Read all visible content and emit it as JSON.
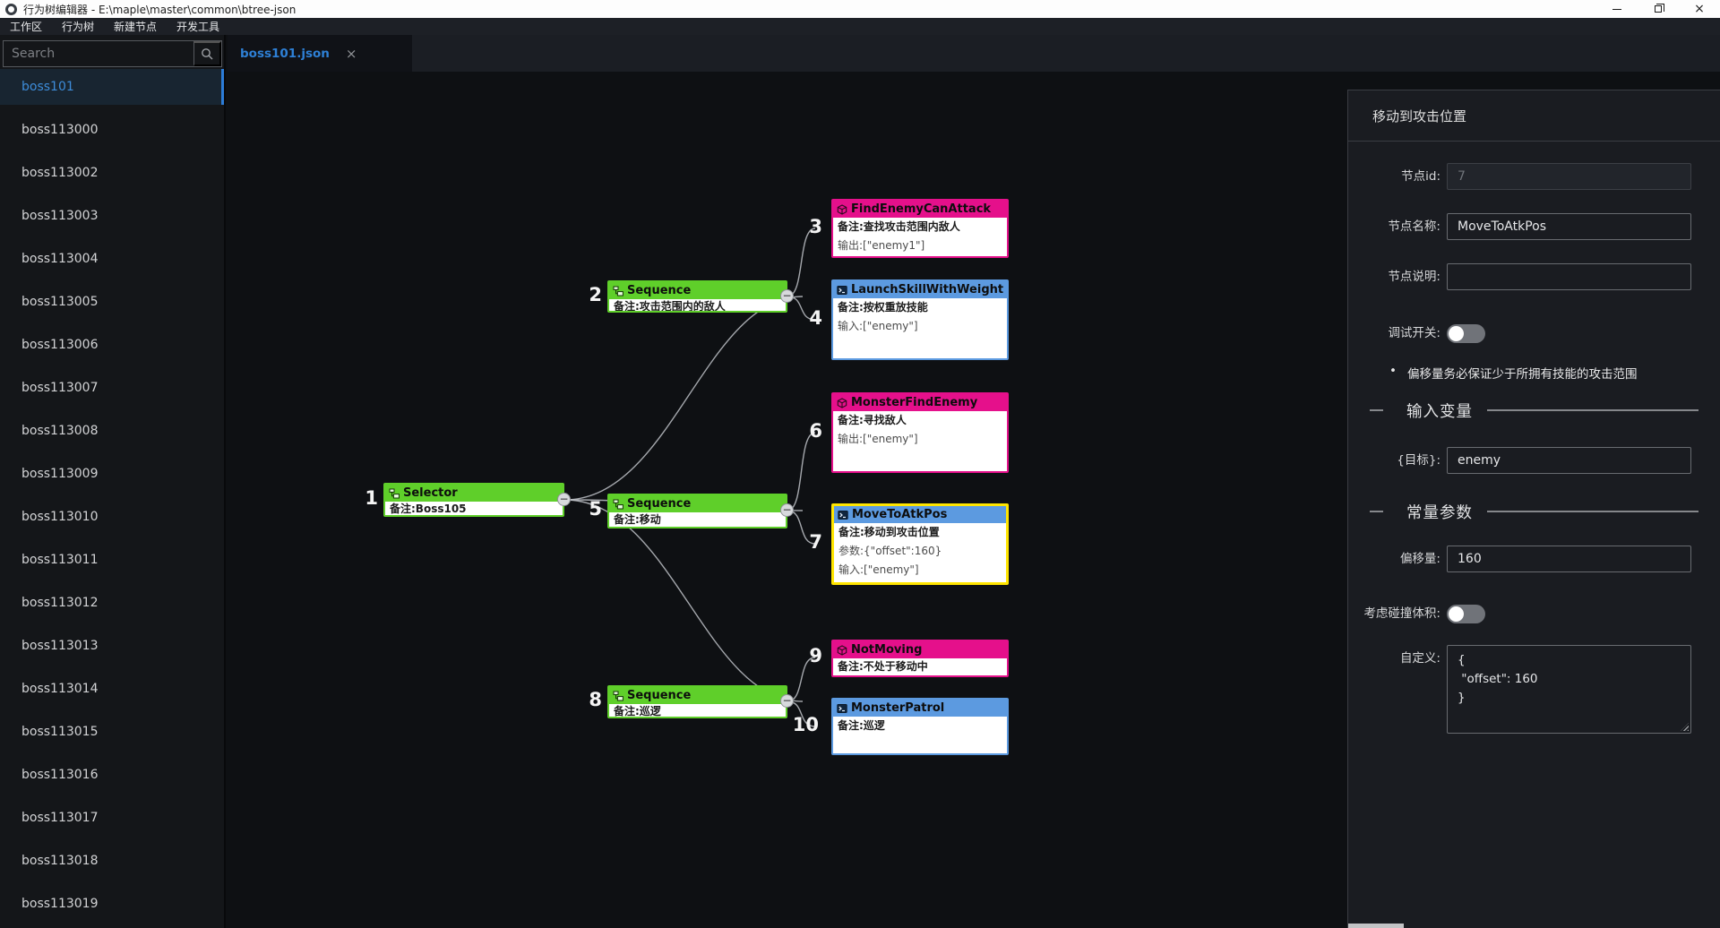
{
  "window": {
    "title": "行为树编辑器 - E:\\maple\\master\\common\\btree-json"
  },
  "icons": {
    "app": "gear",
    "search": "magnifier",
    "collapse": "−",
    "tab_close": "×",
    "bullet": "•"
  },
  "menu": {
    "items": [
      "工作区",
      "行为树",
      "新建节点",
      "开发工具"
    ]
  },
  "sidebar": {
    "search_placeholder": "Search",
    "selected_index": 0,
    "items": [
      "boss101",
      "boss113000",
      "boss113002",
      "boss113003",
      "boss113004",
      "boss113005",
      "boss113006",
      "boss113007",
      "boss113008",
      "boss113009",
      "boss113010",
      "boss113011",
      "boss113012",
      "boss113013",
      "boss113014",
      "boss113015",
      "boss113016",
      "boss113017",
      "boss113018",
      "boss113019"
    ]
  },
  "tabs": {
    "active": "boss101.json"
  },
  "tree": {
    "nodes": [
      {
        "id": "1",
        "title": "Selector",
        "kind": "composite",
        "note": "备注:Boss105"
      },
      {
        "id": "2",
        "title": "Sequence",
        "kind": "composite",
        "note": "备注:攻击范围内的敌人"
      },
      {
        "id": "3",
        "title": "FindEnemyCanAttack",
        "kind": "condition",
        "note": "备注:查找攻击范围内敌人",
        "output": "输出:[\"enemy1\"]"
      },
      {
        "id": "4",
        "title": "LaunchSkillWithWeight",
        "kind": "action",
        "note": "备注:按权重放技能",
        "input": "输入:[\"enemy\"]"
      },
      {
        "id": "5",
        "title": "Sequence",
        "kind": "composite",
        "note": "备注:移动"
      },
      {
        "id": "6",
        "title": "MonsterFindEnemy",
        "kind": "condition",
        "note": "备注:寻找敌人",
        "output": "输出:[\"enemy\"]"
      },
      {
        "id": "7",
        "title": "MoveToAtkPos",
        "kind": "action",
        "selected": true,
        "note": "备注:移动到攻击位置",
        "params": "参数:{\"offset\":160}",
        "input": "输入:[\"enemy\"]"
      },
      {
        "id": "8",
        "title": "Sequence",
        "kind": "composite",
        "note": "备注:巡逻"
      },
      {
        "id": "9",
        "title": "NotMoving",
        "kind": "condition",
        "note": "备注:不处于移动中"
      },
      {
        "id": "10",
        "title": "MonsterPatrol",
        "kind": "action",
        "note": "备注:巡逻"
      }
    ],
    "colors": {
      "composite": "#5fcf2a",
      "condition": "#e5108b",
      "action": "#5c9ae0",
      "selected_border": "#ffe500"
    }
  },
  "panel": {
    "title": "移动到攻击位置",
    "node_id": {
      "label": "节点id:",
      "value": "7"
    },
    "node_name": {
      "label": "节点名称:",
      "value": "MoveToAtkPos"
    },
    "node_desc": {
      "label": "节点说明:",
      "value": ""
    },
    "debug": {
      "label": "调试开关:",
      "state": "off"
    },
    "note": "偏移量务必保证少于所拥有技能的攻击范围",
    "sections": {
      "input_vars": "输入变量",
      "const_params": "常量参数"
    },
    "target": {
      "label": "{目标}:",
      "value": "enemy"
    },
    "offset": {
      "label": "偏移量:",
      "value": "160"
    },
    "collision": {
      "label": "考虑碰撞体积:",
      "state": "off"
    },
    "custom": {
      "label": "自定义:",
      "value": "{\n \"offset\": 160\n}"
    }
  }
}
